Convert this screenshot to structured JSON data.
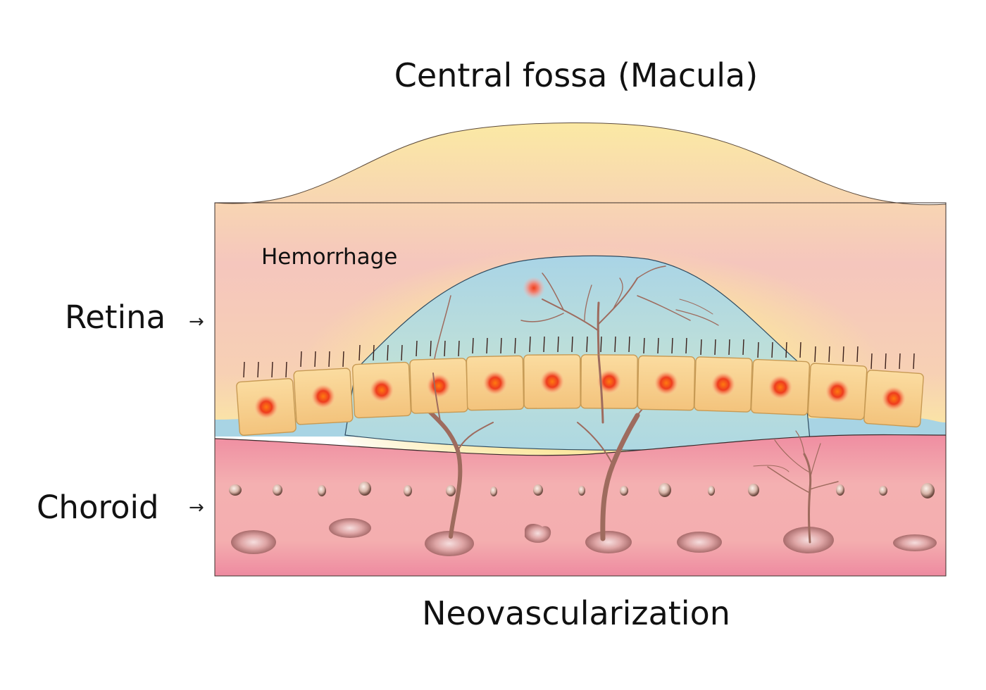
{
  "title": "Central fossa (Macula)",
  "caption": "Neovascularization",
  "labels": {
    "retina": "Retina",
    "choroid": "Choroid",
    "hemorrhage": "Hemorrhage",
    "arrow": "→"
  },
  "colors": {
    "retina_yellow": "#fbe9a4",
    "retina_pink": "#f5c6bd",
    "hemorrhage_blue": "#b7dde6",
    "choroid_pink": "#ef8fa2",
    "cell_fill": "#f6cd86",
    "nucleus": "#ee4a1c",
    "vessel": "#9e6b5e"
  },
  "icons": [
    "rpe-cell-icon",
    "vessel-tree-icon",
    "choroid-vessel-icon",
    "bleed-spot-icon"
  ]
}
